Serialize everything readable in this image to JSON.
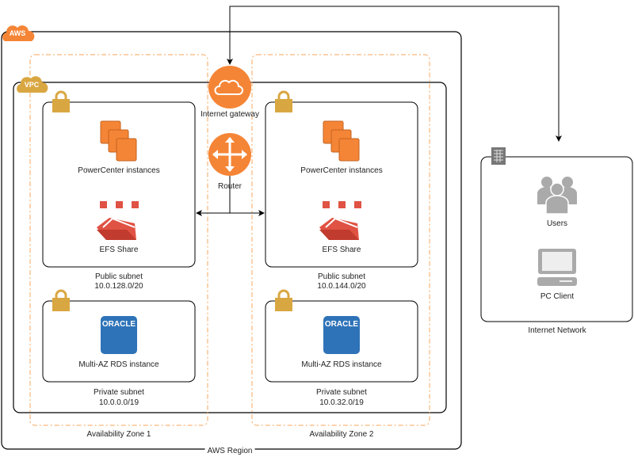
{
  "badges": {
    "aws": "AWS",
    "vpc": "VPC",
    "oracle": "ORACLE"
  },
  "region_label": "AWS Region",
  "zones": [
    {
      "label": "Availability Zone 1",
      "public_subnet": {
        "name": "Public subnet",
        "cidr": "10.0.128.0/20",
        "instances": "PowerCenter instances",
        "efs": "EFS Share"
      },
      "private_subnet": {
        "name": "Private subnet",
        "cidr": "10.0.0.0/19",
        "rds": "Multi-AZ RDS instance"
      }
    },
    {
      "label": "Availability Zone 2",
      "public_subnet": {
        "name": "Public subnet",
        "cidr": "10.0.144.0/20",
        "instances": "PowerCenter instances",
        "efs": "EFS Share"
      },
      "private_subnet": {
        "name": "Private subnet",
        "cidr": "10.0.32.0/19",
        "rds": "Multi-AZ RDS instance"
      }
    }
  ],
  "internet_gateway": "Internet gateway",
  "router": "Router",
  "internet_network": {
    "label": "Internet Network",
    "users": "Users",
    "pc_client": "PC Client"
  },
  "colors": {
    "orange": "#f58536",
    "gold": "#d9a741",
    "efs_red": "#e05243",
    "oracle_blue": "#2e73b8",
    "gray": "#aaaaaa",
    "zone_dash": "#f7a55b"
  }
}
